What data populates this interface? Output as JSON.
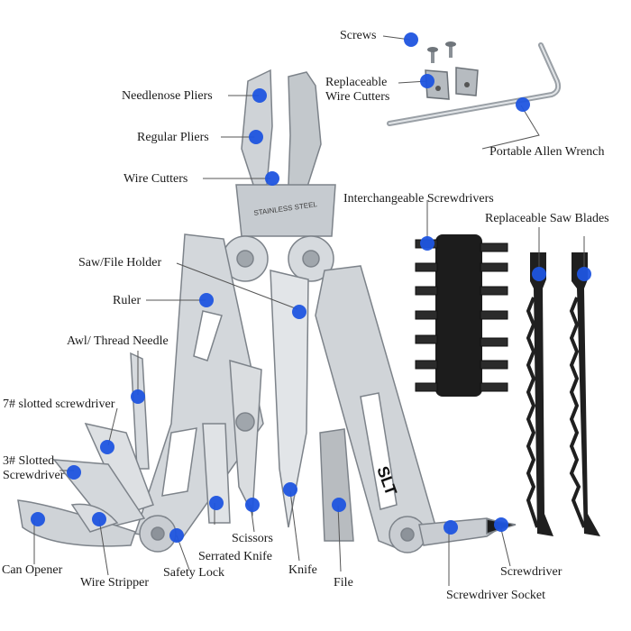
{
  "colors": {
    "dot": "#1f55e0",
    "steel": "#c9cdd2",
    "steel_dark": "#8d939a",
    "black_part": "#1c1c1c",
    "line": "#555555"
  },
  "labels": {
    "screws": "Screws",
    "replaceable_wire_cutters": "Replaceable\nWire Cutters",
    "portable_allen_wrench": "Portable Allen Wrench",
    "needlenose_pliers": "Needlenose Pliers",
    "regular_pliers": "Regular Pliers",
    "wire_cutters": "Wire Cutters",
    "interchangeable_screwdrivers": "Interchangeable Screwdrivers",
    "replaceable_saw_blades": "Replaceable Saw Blades",
    "saw_file_holder": "Saw/File Holder",
    "ruler": "Ruler",
    "awl_thread_needle": "Awl/ Thread Needle",
    "slotted_7": "7# slotted screwdriver",
    "slotted_3": "3# Slotted\nScrewdriver",
    "can_opener": "Can Opener",
    "wire_stripper": "Wire Stripper",
    "safety_lock": "Safety Lock",
    "serrated_knife": "Serrated Knife",
    "scissors": "Scissors",
    "knife": "Knife",
    "file": "File",
    "screwdriver": "Screwdriver",
    "screwdriver_socket": "Screwdriver Socket"
  },
  "branding": {
    "plier_stamp": "STAINLESS STEEL",
    "handle_logo": "SLT"
  }
}
